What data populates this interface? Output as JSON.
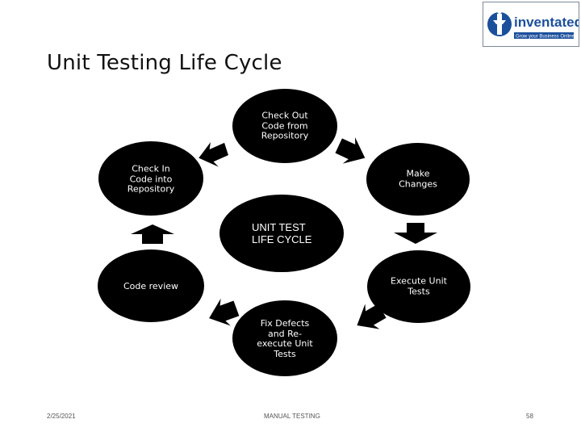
{
  "header": {
    "title": "Unit Testing Life Cycle",
    "logo": {
      "name": "inventateq",
      "tagline": "Grow your Business Online",
      "color": "#1b4f9c"
    }
  },
  "diagram": {
    "center": "UNIT TEST\nLIFE CYCLE",
    "nodes": [
      "Check Out\nCode from\nRepository",
      "Make\nChanges",
      "Execute Unit\nTests",
      "Fix Defects\nand Re-\nexecute Unit\nTests",
      "Code review",
      "Check In\nCode into\nRepository"
    ],
    "fill_color": "#000000"
  },
  "footer": {
    "date": "2/25/2021",
    "center": "MANUAL TESTING",
    "page": "58"
  }
}
